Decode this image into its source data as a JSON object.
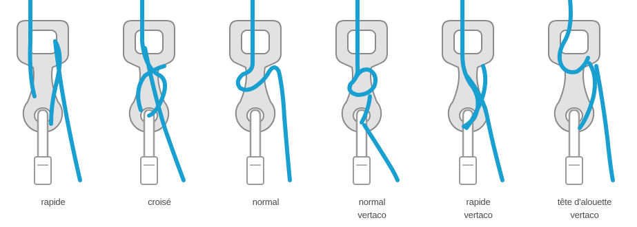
{
  "colors": {
    "rope": "#1a9fd1",
    "ring_fill": "#e2e2e2",
    "ring_stroke": "#8a8a8a",
    "carabiner": "#9a9a9a",
    "caption_text": "#4a4a4a"
  },
  "figures": [
    {
      "id": "rapide",
      "caption_lines": [
        "rapide"
      ]
    },
    {
      "id": "croise",
      "caption_lines": [
        "croisé"
      ]
    },
    {
      "id": "normal",
      "caption_lines": [
        "normal"
      ]
    },
    {
      "id": "normal-vertaco",
      "caption_lines": [
        "normal",
        "vertaco"
      ]
    },
    {
      "id": "rapide-vertaco",
      "caption_lines": [
        "rapide",
        "vertaco"
      ]
    },
    {
      "id": "tete-d-alouette-vertaco",
      "caption_lines": [
        "tête d'alouette",
        "vertaco"
      ]
    }
  ]
}
